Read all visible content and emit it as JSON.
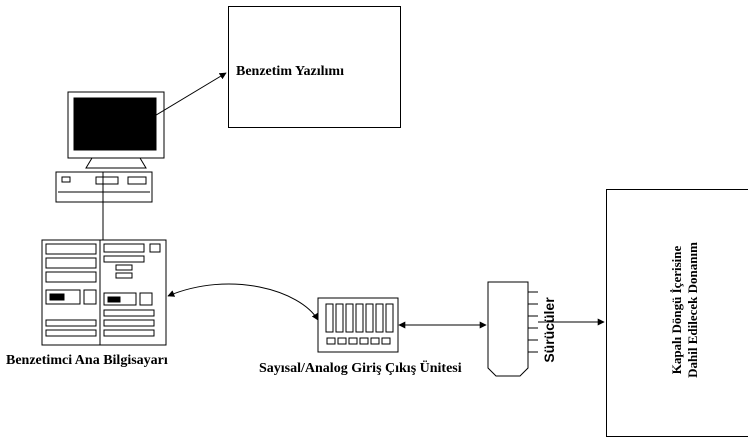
{
  "diagram": {
    "software_box": {
      "label": "Benzetim Yazılımı"
    },
    "hardware_box": {
      "line1": "Kapalı Döngü İçerisine",
      "line2": "Dahil Edilecek Donanım"
    },
    "simulator": {
      "label": "Benzetimci Ana Bilgisayarı"
    },
    "io_unit": {
      "label": "Sayısal/Analog Giriş Çıkış Ünitesi"
    },
    "drivers": {
      "label": "Sürücüler"
    }
  },
  "colors": {
    "line": "#000000",
    "screen": "#000000",
    "background": "#ffffff"
  }
}
